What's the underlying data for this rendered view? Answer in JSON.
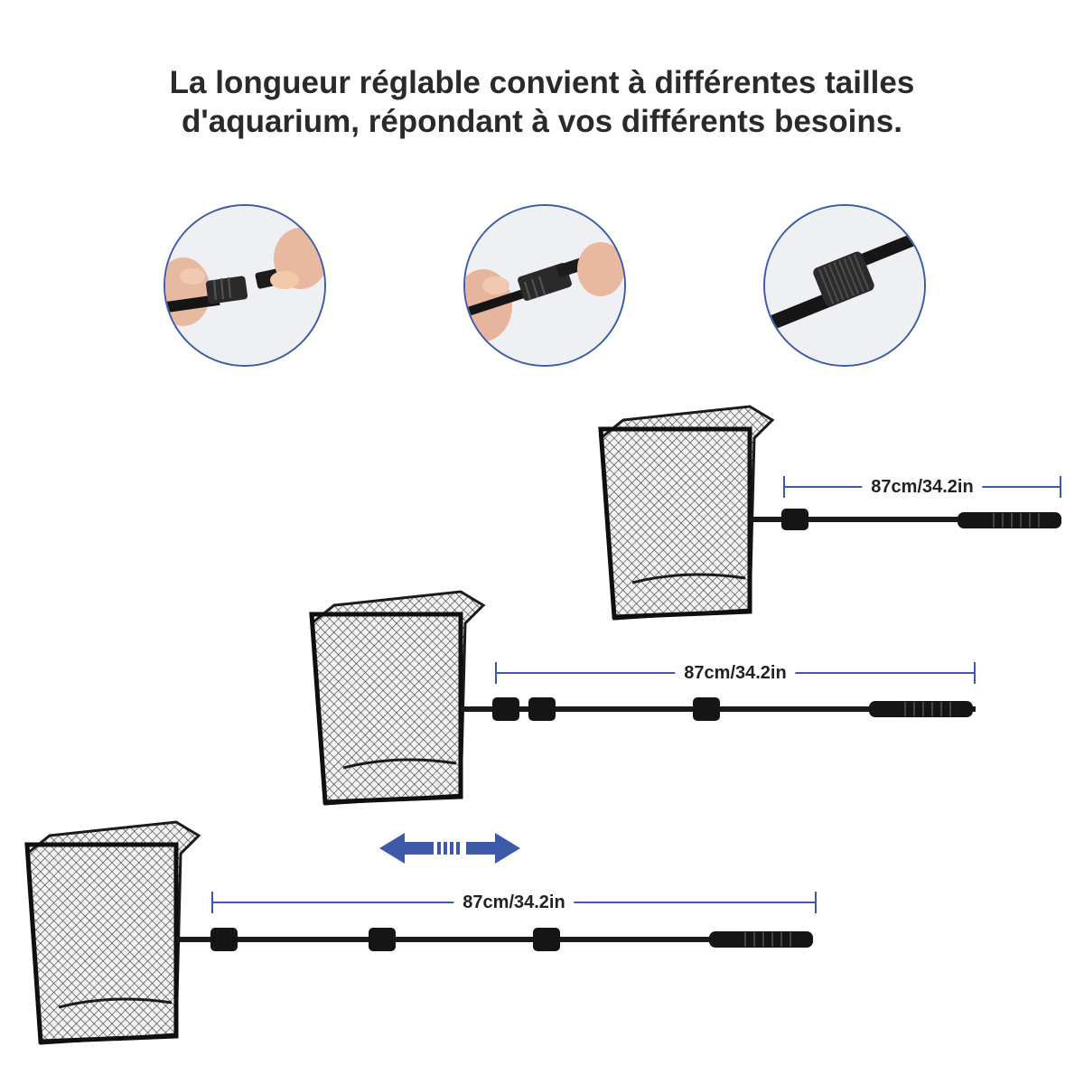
{
  "headline": {
    "line1": "La longueur réglable convient à différentes tailles",
    "line2": "d'aquarium, répondant à vos différents besoins."
  },
  "detail_photos": [
    "connect-segments-photo",
    "insert-segment-photo",
    "tighten-joint-photo"
  ],
  "nets": [
    {
      "name": "net-short",
      "length_label": "87cm/34.2in"
    },
    {
      "name": "net-medium",
      "length_label": "87cm/34.2in"
    },
    {
      "name": "net-long",
      "length_label": "87cm/34.2in"
    }
  ],
  "colors": {
    "accent": "#3c5aa8",
    "text": "#2a2a2a",
    "net": "#1b1b1b"
  }
}
